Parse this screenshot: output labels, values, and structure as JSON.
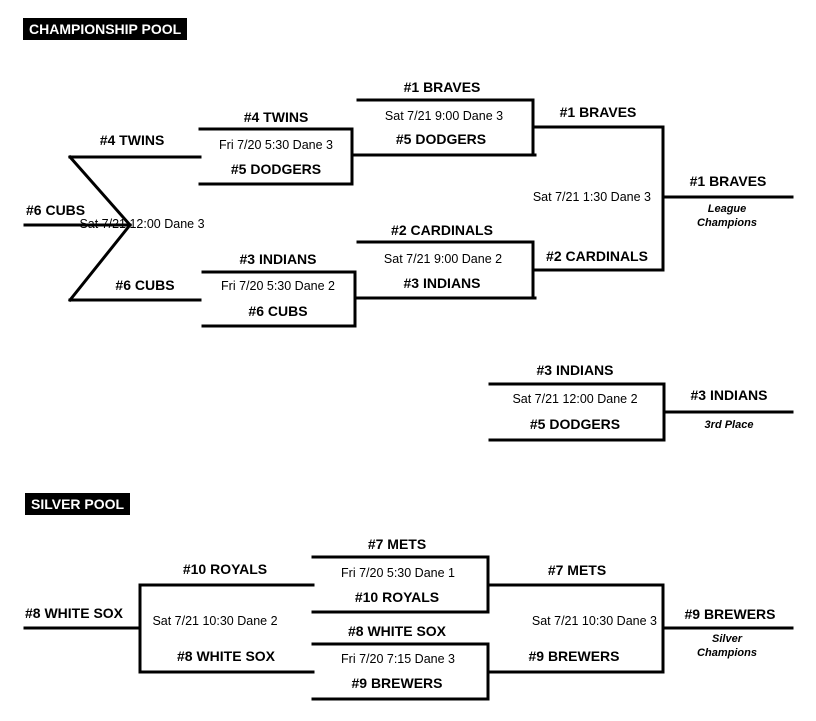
{
  "championship": {
    "header": "CHAMPIONSHIP POOL",
    "seed_left": "#6 CUBS",
    "round1_upper": "#4 TWINS",
    "round1_lower": "#6 CUBS",
    "game_round1": "Sat 7/21 12:00 Dane 3",
    "qf1_top": "#4 TWINS",
    "qf1_game": "Fri 7/20 5:30 Dane 3",
    "qf1_bottom": "#5 DODGERS",
    "qf2_top": "#3 INDIANS",
    "qf2_game": "Fri 7/20 5:30 Dane 2",
    "qf2_bottom": "#6 CUBS",
    "sf1_top": "#1 BRAVES",
    "sf1_game": "Sat 7/21 9:00 Dane 3",
    "sf1_bottom": "#5 DODGERS",
    "sf2_top": "#2 CARDINALS",
    "sf2_game": "Sat 7/21 9:00 Dane 2",
    "sf2_bottom": "#3 INDIANS",
    "final_top": "#1 BRAVES",
    "final_game": "Sat 7/21 1:30 Dane 3",
    "final_bottom": "#2 CARDINALS",
    "champion": "#1 BRAVES",
    "champion_note": "League\nChampions",
    "third_top": "#3 INDIANS",
    "third_game": "Sat 7/21 12:00  Dane 2",
    "third_bottom": "#5 DODGERS",
    "third_winner": "#3 INDIANS",
    "third_note": "3rd Place"
  },
  "silver": {
    "header": "SILVER POOL",
    "seed_left": "#8 WHITE SOX",
    "semi_left_top": "#10 ROYALS",
    "semi_left_game": "Sat 7/21 10:30 Dane 2",
    "semi_left_bottom": "#8 WHITE SOX",
    "g1_top": "#7 METS",
    "g1_game": "Fri 7/20 5:30  Dane 1",
    "g1_bottom": "#10 ROYALS",
    "g2_top": "#8 WHITE SOX",
    "g2_game": "Fri 7/20 7:15 Dane 3",
    "g2_bottom": "#9 BREWERS",
    "semi_right_top": "#7 METS",
    "semi_right_game": "Sat 7/21 10:30 Dane 3",
    "semi_right_bottom": "#9 BREWERS",
    "champion": "#9 BREWERS",
    "champion_note": "Silver\nChampions"
  }
}
